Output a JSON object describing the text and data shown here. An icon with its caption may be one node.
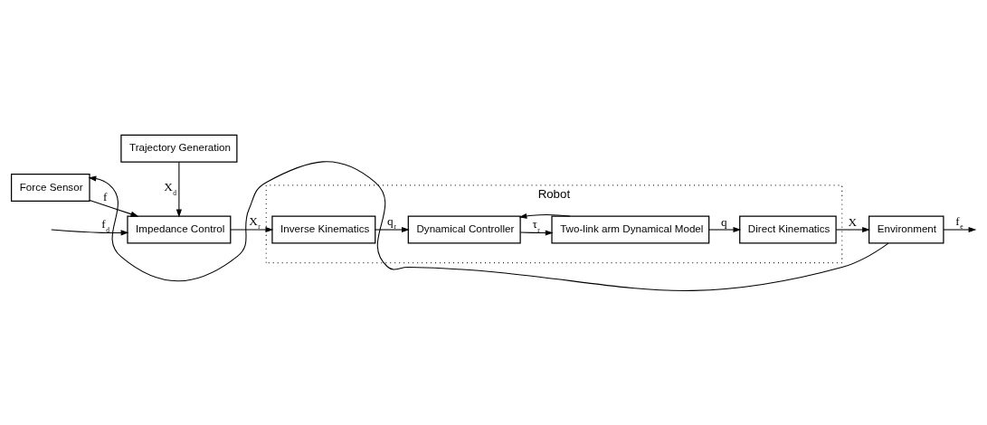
{
  "diagram": {
    "nodes": [
      {
        "text": [
          "Trajectory Generation"
        ]
      },
      {
        "text": [
          "Impedance Control"
        ]
      },
      {
        "text": [
          "Robot"
        ]
      },
      {
        "text": [
          "Inverse Kinematics"
        ],
        "in": 2
      },
      {
        "text": [
          "Dynamical Controller"
        ],
        "in": 2
      },
      {
        "text": [
          "Two-link arm Dynamical Model"
        ],
        "in": 2
      },
      {
        "text": [
          "Direct Kinematics"
        ],
        "in": 2
      },
      {
        "text": [
          "Environment"
        ]
      },
      {
        "text": [
          "Force Sensor"
        ]
      }
    ],
    "edges": [
      {
        "from": null,
        "to": 1,
        "arrow": "to",
        "label": "f$_{d}$"
      },
      {
        "from": 0,
        "to": 1,
        "arrow": "to",
        "label": "X$_{d}$"
      },
      {
        "from": 1,
        "to": 3,
        "arrow": "to",
        "label": "X$_{r}$"
      },
      {
        "from": 3,
        "to": 4,
        "arrow": "to",
        "label": "q$_{r}$"
      },
      {
        "from": 4,
        "to": 5,
        "arrow": "to",
        "label": "τ$_{r}$"
      },
      {
        "from": 5,
        "to": 6,
        "arrow": "to",
        "label": "q"
      },
      {
        "from": 5,
        "to": 4,
        "arrow": "to"
      },
      {
        "from": 6,
        "to": 7,
        "arrow": "to",
        "label": "X"
      },
      {
        "from": 7,
        "to": null,
        "arrow": "to",
        "label": "f$_{e}$"
      },
      {
        "from": 7,
        "to": 8,
        "arrow": "to"
      },
      {
        "from": 8,
        "to": 1,
        "arrow": "to",
        "label": "f"
      }
    ]
  }
}
